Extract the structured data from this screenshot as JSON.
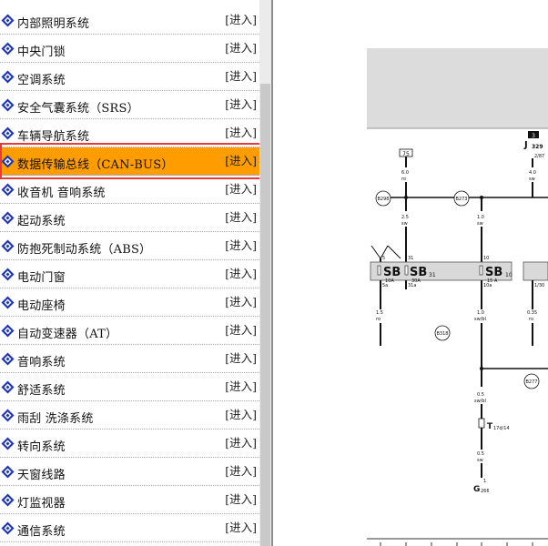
{
  "menu": {
    "items": [
      {
        "label": "内部照明系统",
        "enter": "[进入]"
      },
      {
        "label": "中央门锁",
        "enter": "[进入]"
      },
      {
        "label": "空调系统",
        "enter": "[进入]"
      },
      {
        "label": "安全气囊系统（SRS）",
        "enter": "[进入]"
      },
      {
        "label": "车辆导航系统",
        "enter": "[进入]"
      },
      {
        "label": "数据传输总线（CAN-BUS）",
        "enter": "[进入]",
        "selected": true
      },
      {
        "label": "收音机 音响系统",
        "enter": "[进入]"
      },
      {
        "label": "起动系统",
        "enter": "[进入]"
      },
      {
        "label": "防抱死制动系统（ABS）",
        "enter": "[进入]"
      },
      {
        "label": "电动门窗",
        "enter": "[进入]"
      },
      {
        "label": "电动座椅",
        "enter": "[进入]"
      },
      {
        "label": "自动变速器（AT）",
        "enter": "[进入]"
      },
      {
        "label": "音响系统",
        "enter": "[进入]"
      },
      {
        "label": "舒适系统",
        "enter": "[进入]"
      },
      {
        "label": "雨刮 洗涤系统",
        "enter": "[进入]"
      },
      {
        "label": "转向系统",
        "enter": "[进入]"
      },
      {
        "label": "天窗线路",
        "enter": "[进入]"
      },
      {
        "label": "灯监视器",
        "enter": "[进入]"
      },
      {
        "label": "通信系统",
        "enter": "[进入]"
      }
    ]
  },
  "colors": {
    "selected_bg": "#ff9c00",
    "selection_border": "#e83b3b",
    "icon_blue": "#1d35b3"
  },
  "diagram": {
    "relay_box": "3",
    "relay_name": "J",
    "relay_sub": "329",
    "relay_pin": "2/87",
    "fuse_tag": "75",
    "connectors": [
      "B298",
      "B273",
      "B318",
      "B277"
    ],
    "wire_6_0": "6.0",
    "wire_ro": "ro",
    "wire_2_5": "2.5",
    "wire_sw": "sw",
    "wire_1_0": "1.0",
    "wire_4_0": "4.0",
    "pin_5": "5",
    "pin_31": "31",
    "pin_10": "10",
    "fuse_sb": "SB",
    "fuse_31": "31",
    "fuse_10": "10",
    "fuse_10a": "10A",
    "fuse_30a": "30A",
    "fuse_15a": "15 A",
    "pin_5a": "5a",
    "pin_31a": "31a",
    "pin_10a": "10a",
    "pin_130": "1/30",
    "wire_1_5": "1.5",
    "wire_swbl": "sw/bl",
    "wire_035": "0.35",
    "wire_05": "0.5",
    "connector_t": "T",
    "connector_t_sub": "17d/14",
    "pin_1": "1",
    "sensor": "G",
    "sensor_sub": "266"
  }
}
